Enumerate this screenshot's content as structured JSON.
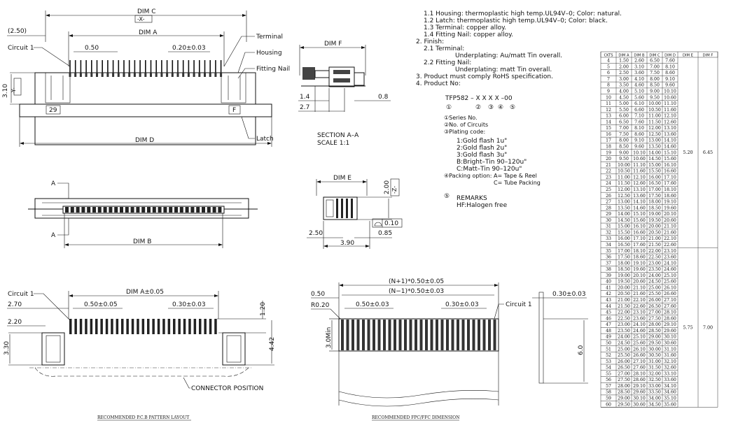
{
  "top_view": {
    "dim_c": "DIM C",
    "x_datum": "-X-",
    "dim_a": "DIM A",
    "offset": "(2.50)",
    "circuit1": "Circuit 1",
    "pitch": "0.50",
    "pitch_tol": "0.20±0.03",
    "height": "3.10",
    "y_datum": "-Y-",
    "terminal": "Terminal",
    "housing": "Housing",
    "fitting_nail": "Fitting Nail",
    "latch": "Latch",
    "dim_d": "DIM D",
    "mark_29": "29",
    "mark_f": "F"
  },
  "section": {
    "dim_f": "DIM F",
    "d1": "1.4",
    "d2": "2.7",
    "d3": "0.8",
    "title": "SECTION  A–A",
    "scale": "SCALE     1:1"
  },
  "bottom_view": {
    "a_label": "A",
    "dim_b": "DIM B"
  },
  "side_view": {
    "dim_e": "DIM E",
    "h": "2.00",
    "z_datum": "-Z-",
    "d250": "2.50",
    "d085": "0.85",
    "d390": "3.90",
    "flatness": "0.10"
  },
  "notes": {
    "lines": [
      "1.1  Housing: thermoplastic high temp.UL94V–0; Color: natural.",
      "1.2  Latch: thermoplastic high temp.UL94V–0; Color: black.",
      "1.3  Terminal: copper alloy.",
      "1.4  Fitting Nail: copper alloy.",
      "2.  Finish:",
      "2.1  Terminal:",
      "Underplating: Au/matt Tin overall.",
      "2.2  Fitting Nail:",
      "Underplating: matt Tin overall.",
      "3.  Product must comply RoHS specification.",
      "4.  Product No:"
    ],
    "part_no": "TFP582 – X X  X  X –00",
    "part_circles": [
      "①",
      "②",
      "③",
      "④",
      "⑤"
    ],
    "series": "①Series No.",
    "circuits": "②No. of Circuits",
    "plating_code": "③Plating code:",
    "plating": [
      "1:Gold  flash  1u\"",
      "2:Gold  flash  2u\"",
      "3:Gold  flash  3u\"",
      "B:Bright–Tin  90–120u\"",
      "C:Matt–Tin  90–120u\""
    ],
    "packing": "④Packing option: A= Tape & Reel",
    "packing2": "C= Tube Packing",
    "remarks": "REMARKS",
    "hf": "HF:Halogen  free",
    "remarks_num": "⑤"
  },
  "pcb": {
    "circuit1": "Circuit 1",
    "dim_a": "DIM A±0.05",
    "d270": "2.70",
    "p1": "0.50±0.05",
    "p2": "0.30±0.03",
    "d120": "1.20",
    "d220": "2.20",
    "d330": "3.30",
    "d442": "4.42",
    "connector_pos": "CONNECTOR POSITION",
    "title": "RECOMMENDED  P.C.B  PATTERN  LAYOUT"
  },
  "fpc": {
    "n1": "(N+1)*0.50±0.05",
    "n2": "(N−1)*0.50±0.03",
    "d050": "0.50",
    "r020": "R0.20",
    "p1": "0.50±0.03",
    "p2": "0.30±0.03",
    "circuit1": "Circuit 1",
    "d030": "0.30±0.03",
    "min": "3.0Min",
    "d60": "6.0",
    "title": "RECOMMENDED  FPC/FFC  DIMENSION"
  },
  "table": {
    "headers": [
      "CKTS",
      "DIM A",
      "DIM B",
      "DIM C",
      "DIM D",
      "DIM E",
      "DIM F"
    ],
    "dim_e_1": "5.20",
    "dim_f_1": "6.45",
    "dim_e_2": "5.75",
    "dim_f_2": "7.00",
    "rows": [
      [
        "4",
        "1.50",
        "2.60",
        "6.50",
        "7.60"
      ],
      [
        "5",
        "2.00",
        "3.10",
        "7.00",
        "8.10"
      ],
      [
        "6",
        "2.50",
        "3.60",
        "7.50",
        "8.60"
      ],
      [
        "7",
        "3.00",
        "4.10",
        "8.00",
        "9.10"
      ],
      [
        "8",
        "3.50",
        "4.60",
        "8.50",
        "9.60"
      ],
      [
        "9",
        "4.00",
        "5.10",
        "9.00",
        "10.10"
      ],
      [
        "10",
        "4.50",
        "5.60",
        "9.50",
        "10.60"
      ],
      [
        "11",
        "5.00",
        "6.10",
        "10.00",
        "11.10"
      ],
      [
        "12",
        "5.50",
        "6.60",
        "10.50",
        "11.60"
      ],
      [
        "13",
        "6.00",
        "7.10",
        "11.00",
        "12.10"
      ],
      [
        "14",
        "6.50",
        "7.60",
        "11.50",
        "12.60"
      ],
      [
        "15",
        "7.00",
        "8.10",
        "12.00",
        "13.10"
      ],
      [
        "16",
        "7.50",
        "8.60",
        "12.50",
        "13.60"
      ],
      [
        "17",
        "8.00",
        "9.10",
        "13.00",
        "14.10"
      ],
      [
        "18",
        "8.50",
        "9.60",
        "13.50",
        "14.60"
      ],
      [
        "19",
        "9.00",
        "10.10",
        "14.00",
        "15.10"
      ],
      [
        "20",
        "9.50",
        "10.60",
        "14.50",
        "15.60"
      ],
      [
        "21",
        "10.00",
        "11.10",
        "15.00",
        "16.10"
      ],
      [
        "22",
        "10.50",
        "11.60",
        "15.50",
        "16.60"
      ],
      [
        "23",
        "11.00",
        "12.10",
        "16.00",
        "17.10"
      ],
      [
        "24",
        "11.50",
        "12.60",
        "16.50",
        "17.60"
      ],
      [
        "25",
        "12.00",
        "13.10",
        "17.00",
        "18.10"
      ],
      [
        "26",
        "12.50",
        "13.60",
        "17.50",
        "18.60"
      ],
      [
        "27",
        "13.00",
        "14.10",
        "18.00",
        "19.10"
      ],
      [
        "28",
        "13.50",
        "14.60",
        "18.50",
        "19.60"
      ],
      [
        "29",
        "14.00",
        "15.10",
        "19.00",
        "20.10"
      ],
      [
        "30",
        "14.50",
        "15.60",
        "19.50",
        "20.60"
      ],
      [
        "31",
        "15.00",
        "16.10",
        "20.00",
        "21.10"
      ],
      [
        "32",
        "15.50",
        "16.60",
        "20.50",
        "21.60"
      ],
      [
        "33",
        "16.00",
        "17.10",
        "21.00",
        "22.10"
      ],
      [
        "34",
        "16.50",
        "17.60",
        "21.50",
        "22.60"
      ],
      [
        "35",
        "17.00",
        "18.10",
        "22.00",
        "23.10"
      ],
      [
        "36",
        "17.50",
        "18.60",
        "22.50",
        "23.60"
      ],
      [
        "37",
        "18.00",
        "19.10",
        "23.00",
        "24.10"
      ],
      [
        "38",
        "18.50",
        "19.60",
        "23.50",
        "24.60"
      ],
      [
        "39",
        "19.00",
        "20.10",
        "24.00",
        "25.10"
      ],
      [
        "40",
        "19.50",
        "20.60",
        "24.50",
        "25.60"
      ],
      [
        "41",
        "20.00",
        "21.10",
        "25.00",
        "26.10"
      ],
      [
        "42",
        "20.50",
        "21.60",
        "25.50",
        "26.60"
      ],
      [
        "43",
        "21.00",
        "22.10",
        "26.00",
        "27.10"
      ],
      [
        "44",
        "21.50",
        "22.60",
        "26.50",
        "27.60"
      ],
      [
        "45",
        "22.00",
        "23.10",
        "27.00",
        "28.10"
      ],
      [
        "46",
        "22.50",
        "23.60",
        "27.50",
        "28.60"
      ],
      [
        "47",
        "23.00",
        "24.10",
        "28.00",
        "29.10"
      ],
      [
        "48",
        "23.50",
        "24.60",
        "28.50",
        "29.60"
      ],
      [
        "49",
        "24.00",
        "25.10",
        "29.00",
        "30.10"
      ],
      [
        "50",
        "24.50",
        "25.60",
        "29.50",
        "30.60"
      ],
      [
        "51",
        "25.00",
        "26.10",
        "30.00",
        "31.10"
      ],
      [
        "52",
        "25.50",
        "26.60",
        "30.50",
        "31.60"
      ],
      [
        "53",
        "26.00",
        "27.10",
        "31.00",
        "32.10"
      ],
      [
        "54",
        "26.50",
        "27.60",
        "31.50",
        "32.60"
      ],
      [
        "55",
        "27.00",
        "28.10",
        "32.00",
        "33.10"
      ],
      [
        "56",
        "27.50",
        "28.60",
        "32.50",
        "33.60"
      ],
      [
        "57",
        "28.00",
        "29.10",
        "33.00",
        "34.10"
      ],
      [
        "58",
        "28.50",
        "29.60",
        "33.50",
        "34.60"
      ],
      [
        "59",
        "29.00",
        "30.10",
        "34.00",
        "35.10"
      ],
      [
        "60",
        "29.50",
        "30.60",
        "34.50",
        "35.60"
      ]
    ]
  }
}
